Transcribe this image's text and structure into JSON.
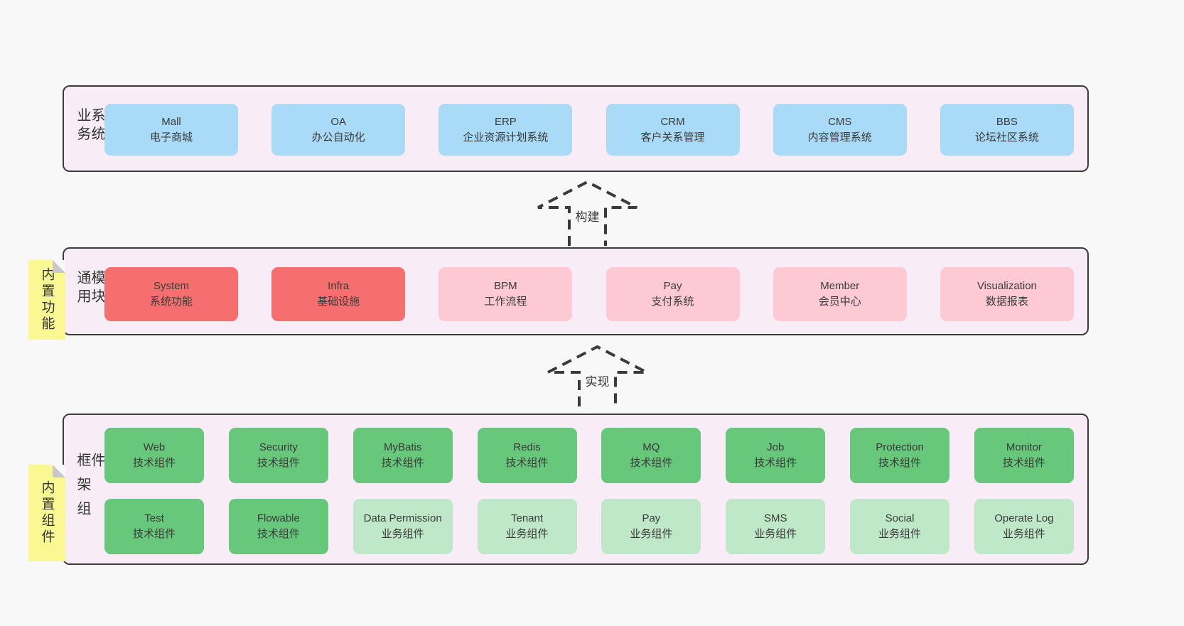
{
  "colors": {
    "page_bg": "#f8f8f8",
    "band_bg": "#f8edf6",
    "band_border": "#3b3b3b",
    "blue_box": "#a9dbf6",
    "red_box": "#f56f6f",
    "pink_box": "#fdcad4",
    "green_box": "#67c87c",
    "light_green_box": "#bfe8c8",
    "note_yellow": "#f9f892",
    "note_fold_gray": "#c8c8c8",
    "text": "#3a3a3a"
  },
  "bands": [
    {
      "label": "业务系统",
      "boxes": [
        {
          "name": "Mall",
          "desc": "电子商城"
        },
        {
          "name": "OA",
          "desc": "办公自动化"
        },
        {
          "name": "ERP",
          "desc": "企业资源计划系统"
        },
        {
          "name": "CRM",
          "desc": "客户关系管理"
        },
        {
          "name": "CMS",
          "desc": "内容管理系统"
        },
        {
          "name": "BBS",
          "desc": "论坛社区系统"
        }
      ]
    },
    {
      "label": "通用模块",
      "note": "内置功能",
      "boxes": [
        {
          "name": "System",
          "desc": "系统功能"
        },
        {
          "name": "Infra",
          "desc": "基础设施"
        },
        {
          "name": "BPM",
          "desc": "工作流程"
        },
        {
          "name": "Pay",
          "desc": "支付系统"
        },
        {
          "name": "Member",
          "desc": "会员中心"
        },
        {
          "name": "Visualization",
          "desc": "数据报表"
        }
      ]
    },
    {
      "label": "框架组件",
      "note": "内置组件",
      "rows": [
        [
          {
            "name": "Web",
            "desc": "技术组件"
          },
          {
            "name": "Security",
            "desc": "技术组件"
          },
          {
            "name": "MyBatis",
            "desc": "技术组件"
          },
          {
            "name": "Redis",
            "desc": "技术组件"
          },
          {
            "name": "MQ",
            "desc": "技术组件"
          },
          {
            "name": "Job",
            "desc": "技术组件"
          },
          {
            "name": "Protection",
            "desc": "技术组件"
          },
          {
            "name": "Monitor",
            "desc": "技术组件"
          }
        ],
        [
          {
            "name": "Test",
            "desc": "技术组件"
          },
          {
            "name": "Flowable",
            "desc": "技术组件"
          },
          {
            "name": "Data Permission",
            "desc": "业务组件"
          },
          {
            "name": "Tenant",
            "desc": "业务组件"
          },
          {
            "name": "Pay",
            "desc": "业务组件"
          },
          {
            "name": "SMS",
            "desc": "业务组件"
          },
          {
            "name": "Social",
            "desc": "业务组件"
          },
          {
            "name": "Operate Log",
            "desc": "业务组件"
          }
        ]
      ]
    }
  ],
  "arrows": [
    {
      "label": "构建"
    },
    {
      "label": "实现"
    }
  ]
}
